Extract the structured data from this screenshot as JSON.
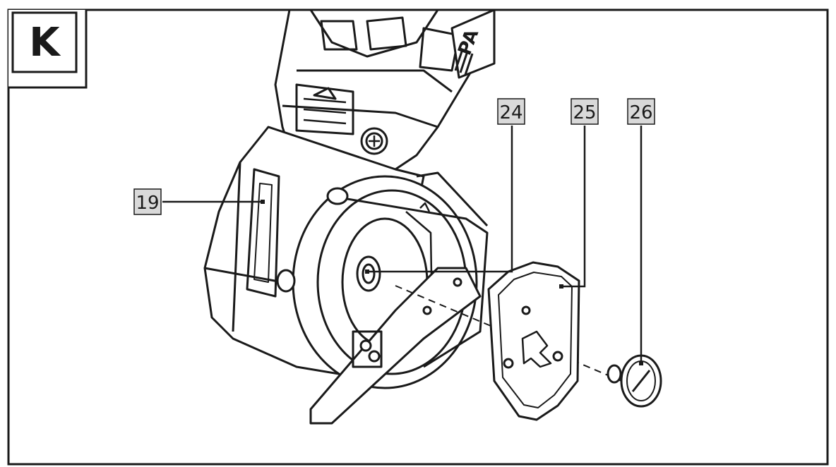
{
  "figure": {
    "panel_letter": "K",
    "brand_fragment": "PA"
  },
  "callouts": [
    {
      "id": "part-19",
      "label": "19"
    },
    {
      "id": "part-24",
      "label": "24"
    },
    {
      "id": "part-25",
      "label": "25"
    },
    {
      "id": "part-26",
      "label": "26"
    }
  ],
  "colors": {
    "line": "#1a1a1a",
    "callout_box": "#d9d9d9",
    "background": "#ffffff"
  }
}
